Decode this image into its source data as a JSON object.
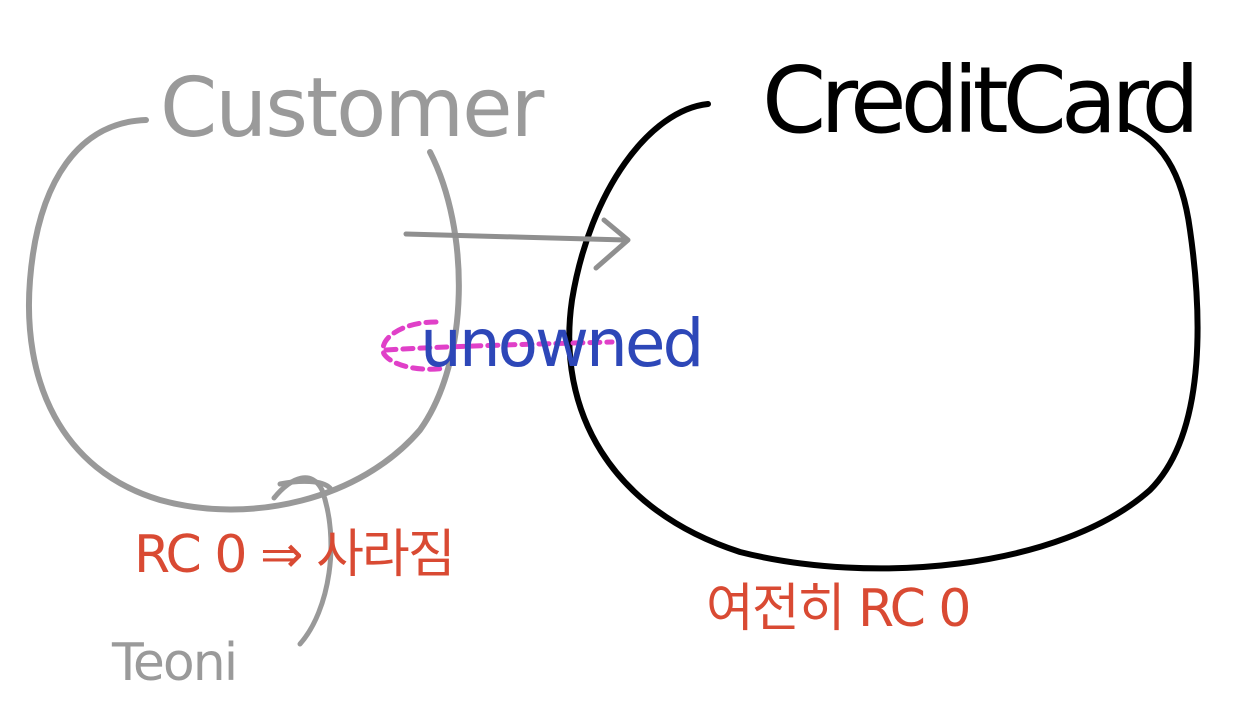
{
  "diagram": {
    "customer": {
      "label": "Customer",
      "color": "#9a9a9a"
    },
    "credit_card": {
      "label": "CreditCard",
      "color": "#000000"
    },
    "relationship": {
      "label": "unowned",
      "color": "#2d47b8",
      "highlight_color": "#e040c8",
      "arrow_color": "#8f8f8f"
    },
    "customer_note": {
      "text": "RC 0 ⇒ 사라짐",
      "color": "#d94a33"
    },
    "customer_ref_label": {
      "text": "Teoni",
      "color": "#9a9a9a"
    },
    "card_note": {
      "text": "여전히 RC 0",
      "color": "#d94a33"
    }
  }
}
